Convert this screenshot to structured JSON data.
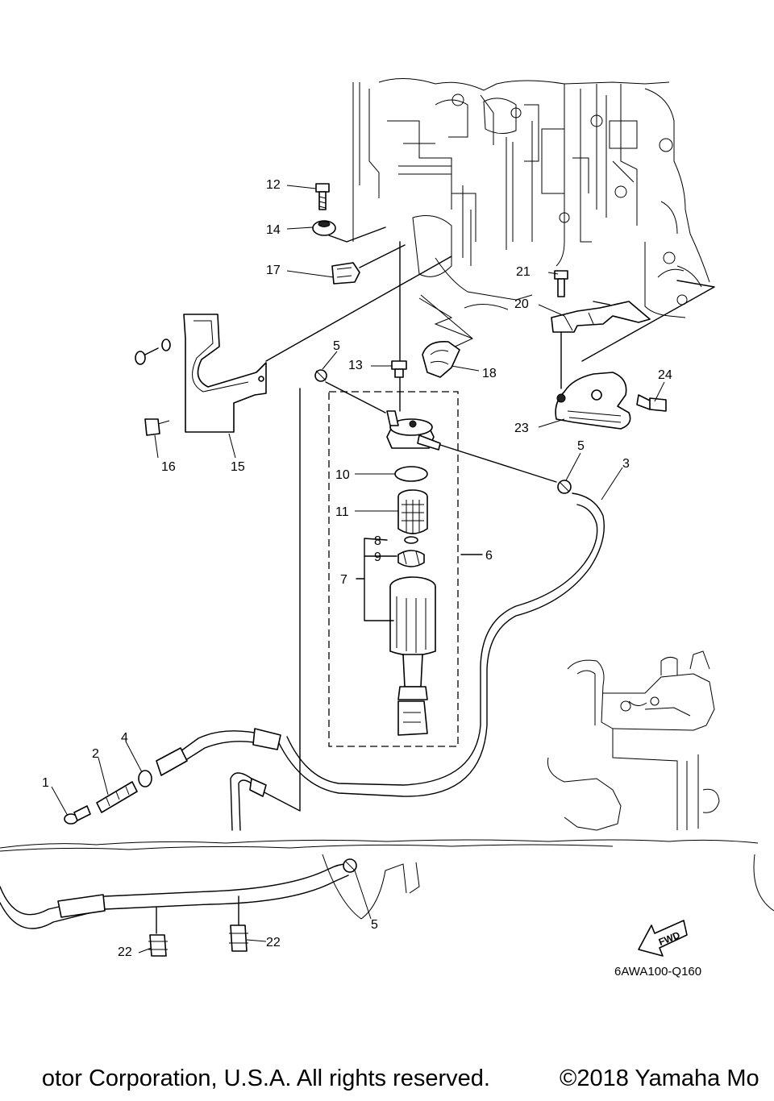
{
  "diagram": {
    "code": "6AWA100-Q160",
    "fwd_label": "FWD",
    "callouts": [
      "1",
      "2",
      "3",
      "4",
      "5",
      "6",
      "7",
      "8",
      "9",
      "10",
      "11",
      "12",
      "13",
      "14",
      "15",
      "16",
      "17",
      "18",
      "20",
      "21",
      "22",
      "23",
      "24"
    ]
  },
  "footer": {
    "left_text": "otor Corporation, U.S.A. All rights reserved.",
    "right_text": "©2018 Yamaha Mo"
  }
}
